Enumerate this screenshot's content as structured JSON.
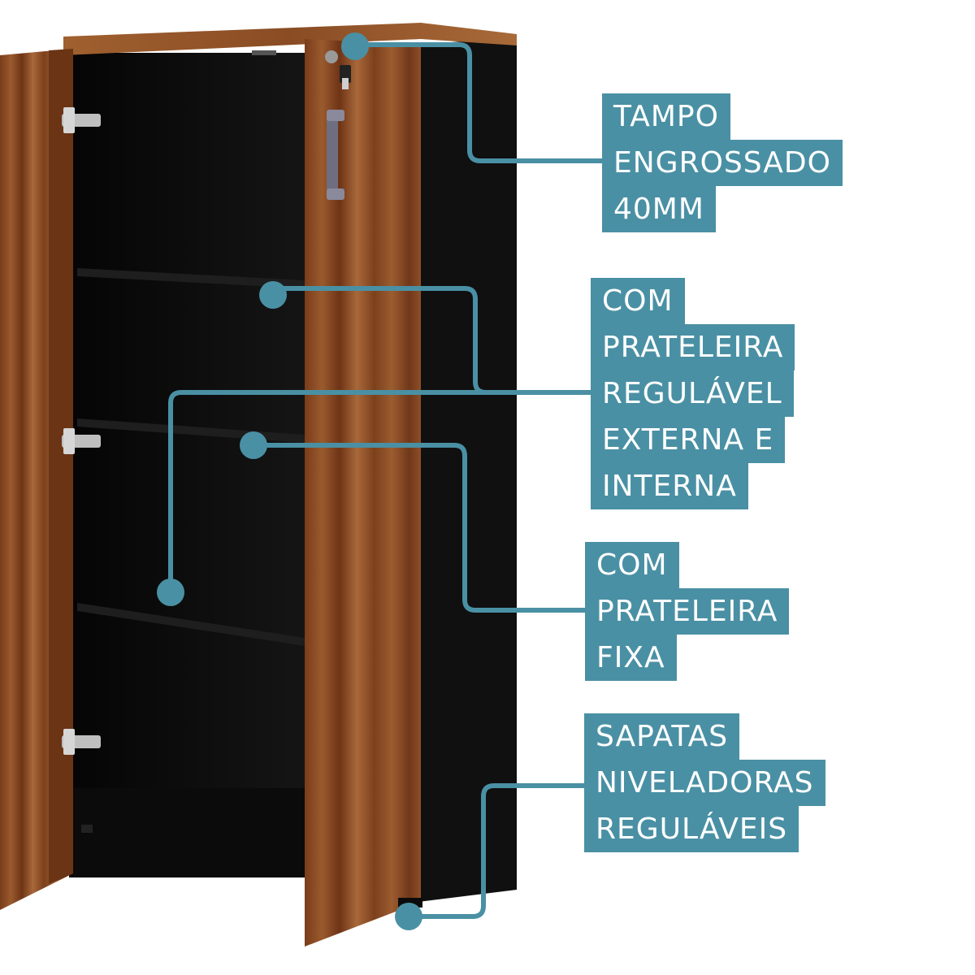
{
  "colors": {
    "accent": "#4a90a4",
    "label_text": "#ffffff",
    "wood": "#8a4a22",
    "cabinet_body": "#0a0a0a",
    "background": "#ffffff"
  },
  "callouts": [
    {
      "id": "tampo",
      "lines": [
        "TAMPO",
        "ENGROSSADO",
        "40MM"
      ]
    },
    {
      "id": "regulavel",
      "lines": [
        "COM",
        "PRATELEIRA",
        "REGULÁVEL",
        "EXTERNA E",
        "INTERNA"
      ]
    },
    {
      "id": "fixa",
      "lines": [
        "COM",
        "PRATELEIRA",
        "FIXA"
      ]
    },
    {
      "id": "sapatas",
      "lines": [
        "SAPATAS",
        "NIVELADORAS",
        "REGULÁVEIS"
      ]
    }
  ]
}
